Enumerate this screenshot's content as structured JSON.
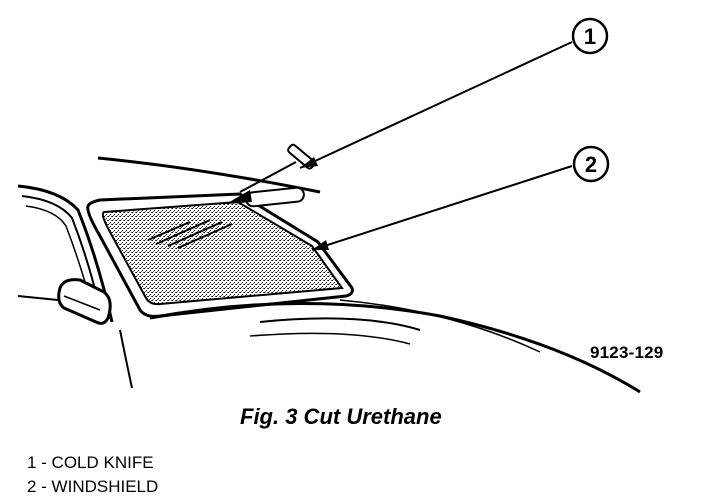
{
  "callouts": [
    {
      "number": "1",
      "label": "COLD KNIFE"
    },
    {
      "number": "2",
      "label": "WINDSHIELD"
    }
  ],
  "figure_code": "9123-129",
  "caption": "Fig. 3 Cut Urethane",
  "legend": [
    "1 - COLD KNIFE",
    "2 - WINDSHIELD"
  ]
}
